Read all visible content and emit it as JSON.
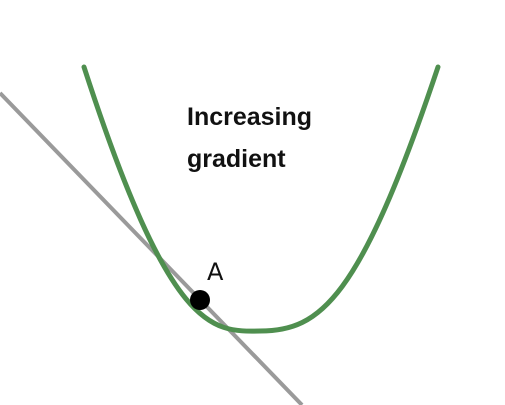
{
  "annotation": {
    "line1": "Increasing",
    "line2": "gradient"
  },
  "point": {
    "label": "A"
  },
  "colors": {
    "curve": "#4f8f4f",
    "tangent": "#9a9a9a",
    "point": "#000000",
    "text": "#111111",
    "background": "#ffffff"
  }
}
